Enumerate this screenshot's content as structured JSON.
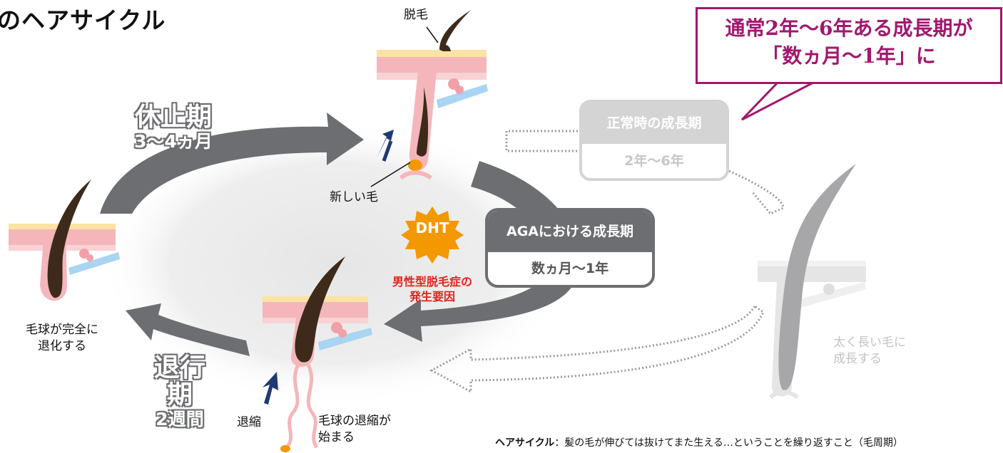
{
  "title": "のヘアサイクル",
  "callout": {
    "line1": "通常2年〜6年ある成長期が",
    "line2": "「数ヵ月〜1年」に"
  },
  "phases": {
    "resting": {
      "name": "休止期",
      "duration": "3〜4ヵ月"
    },
    "regression": {
      "name": "退行期",
      "duration": "2週間"
    }
  },
  "normal_growth": {
    "label": "正常時の成長期",
    "duration": "2年〜6年"
  },
  "aga_growth": {
    "label": "AGAにおける成長期",
    "duration": "数ヵ月〜1年"
  },
  "dht": {
    "label": "DHT",
    "caption_line1": "男性型脱毛症の",
    "caption_line2": "発生要因"
  },
  "labels": {
    "shed": "脱毛",
    "new_hair": "新しい毛",
    "bulb_regressed_line1": "毛球が完全に",
    "bulb_regressed_line2": "退化する",
    "shrink": "退縮",
    "bulb_shrink_line1": "毛球の退縮が",
    "bulb_shrink_line2": "始まる",
    "thick_line1": "太く長い毛に",
    "thick_line2": "成長する"
  },
  "footnote": {
    "term": "ヘアサイクル",
    "text": "：髪の毛が伸びては抜けてまた生える…ということを繰り返すこと（毛周期）"
  },
  "colors": {
    "arrow": "#6d6e71",
    "callout": "#a1186f",
    "dht": "#f39800",
    "dht_caption": "#e2231a",
    "skin": "#f4b6bb",
    "skin_top": "#fbe3a3",
    "hair": "#3d2a1a",
    "vessel": "#a9d4f2",
    "faded": "#d4d4d4",
    "up_arrow": "#1f3a73"
  }
}
